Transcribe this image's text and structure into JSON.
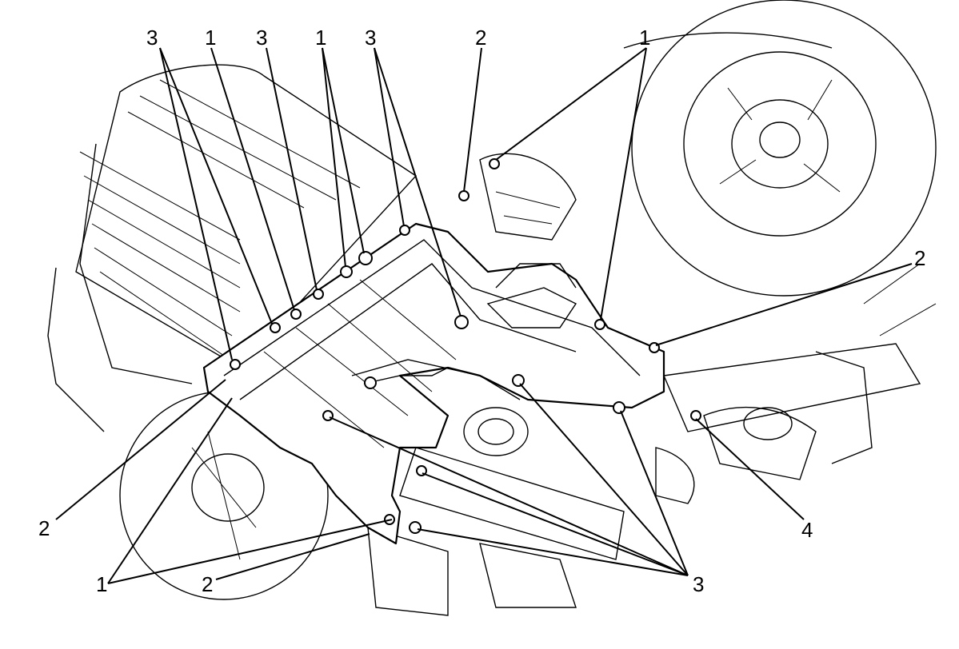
{
  "callouts": {
    "top_1": "3",
    "top_2": "1",
    "top_3": "3",
    "top_4": "1",
    "top_5": "3",
    "top_6": "2",
    "top_7": "1",
    "right_1": "2",
    "left_1": "2",
    "bottom_1": "1",
    "bottom_2": "2",
    "bottom_3": "3",
    "bottom_4": "4"
  }
}
